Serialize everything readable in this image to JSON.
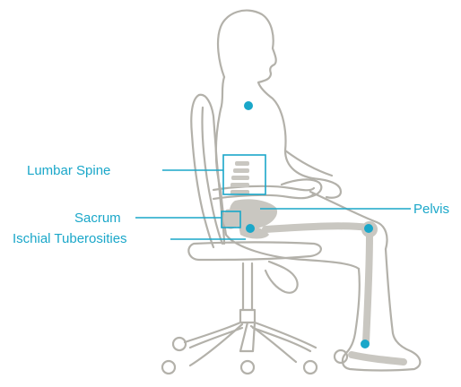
{
  "colors": {
    "accent": "#1aa7c9",
    "outline": "#b3b1aa",
    "bone": "#c9c7c1",
    "background": "#ffffff"
  },
  "labels": {
    "lumbar_spine": "Lumbar Spine",
    "sacrum": "Sacrum",
    "ischial_tuberosities": "Ischial Tuberosities",
    "pelvis": "Pelvis"
  }
}
